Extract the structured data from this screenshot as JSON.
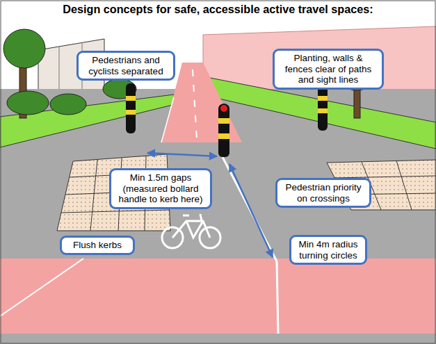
{
  "diagram": {
    "title": "Design concepts for safe, accessible active travel spaces:",
    "nodes": [
      {
        "text": [
          "Pedestrians and cyclists separated"
        ]
      },
      {
        "text": [
          "Planting, walls & fences clear of paths and sight lines"
        ]
      },
      {
        "text": [
          "Min 1.5m gaps (measured bollard handle to kerb here)"
        ]
      },
      {
        "text": [
          "Pedestrian priority on crossings"
        ]
      },
      {
        "text": [
          "Flush kerbs"
        ]
      },
      {
        "text": [
          "Min 4m radius turning circles"
        ]
      }
    ]
  }
}
